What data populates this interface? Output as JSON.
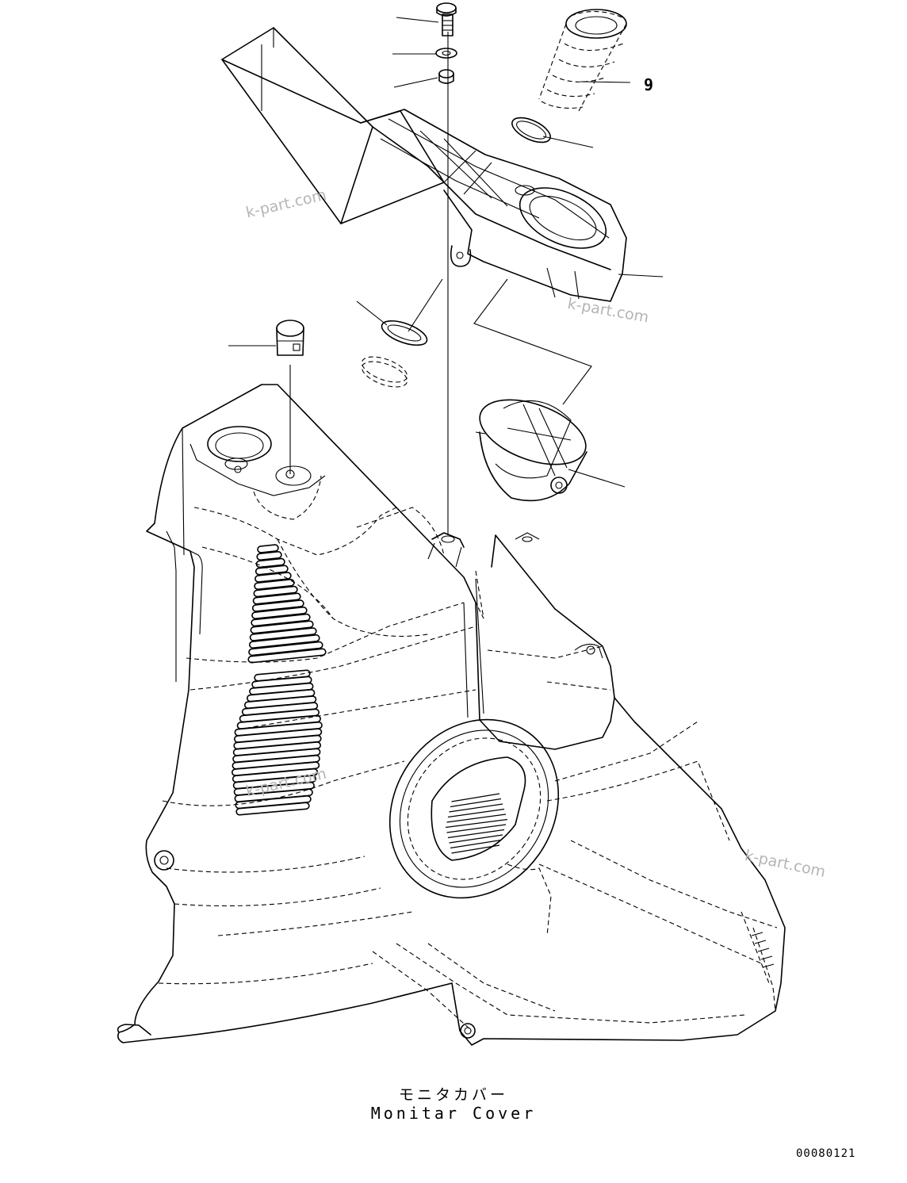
{
  "diagram": {
    "callouts": [
      {
        "label": "9"
      }
    ],
    "watermarks": [
      "k-part.com",
      "k-part.com",
      "k-part.com",
      "k-part.com"
    ],
    "title_japanese": "モニタカバー",
    "title_english": "Monitar Cover",
    "drawing_number": "00080121"
  }
}
